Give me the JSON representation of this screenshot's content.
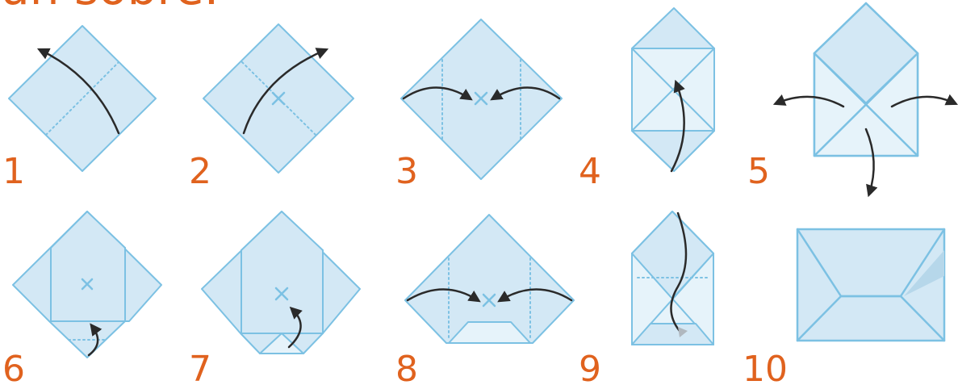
{
  "title": "un sobre.",
  "colors": {
    "paper": "#d3e8f5",
    "paper_light": "#e6f3fa",
    "edge": "#7cc1e3",
    "arrow": "#2a2a2a",
    "number": "#e0621e"
  },
  "steps": [
    {
      "number": "1"
    },
    {
      "number": "2"
    },
    {
      "number": "3"
    },
    {
      "number": "4"
    },
    {
      "number": "5"
    },
    {
      "number": "6"
    },
    {
      "number": "7"
    },
    {
      "number": "8"
    },
    {
      "number": "9"
    },
    {
      "number": "10"
    }
  ]
}
